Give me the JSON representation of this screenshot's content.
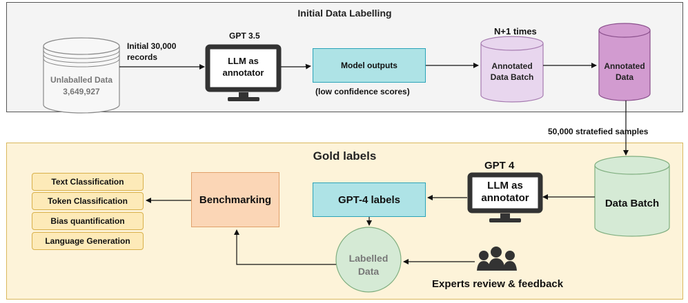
{
  "top_panel": {
    "title": "Initial Data Labelling"
  },
  "bottom_panel": {
    "title": "Gold labels"
  },
  "unlabelled": {
    "line1": "Unlaballed Data",
    "line2": "3,649,927"
  },
  "records_label": {
    "line1": "Initial 30,000",
    "line2": "records"
  },
  "gpt35": {
    "model": "GPT 3.5",
    "line1": "LLM as",
    "line2": "annotator"
  },
  "model_outputs": {
    "label": "Model outputs",
    "note": "(low confidence scores)"
  },
  "annotated_batch": {
    "header": "N+1 times",
    "line1": "Annotated",
    "line2": "Data Batch"
  },
  "annotated_data": {
    "line1": "Annotated",
    "line2": "Data"
  },
  "samples_label": "50,000 stratefied samples",
  "data_batch": {
    "label": "Data Batch"
  },
  "gpt4": {
    "model": "GPT 4",
    "line1": "LLM as",
    "line2": "annotator"
  },
  "gpt4_labels": "GPT-4 labels",
  "benchmarking": "Benchmarking",
  "tasks": [
    "Text Classification",
    "Token Classification",
    "Bias quantification",
    "Language Generation"
  ],
  "labelled_data": {
    "line1": "Labelled",
    "line2": "Data"
  },
  "experts": "Experts review & feedback",
  "colors": {
    "top_bg": "#f4f4f4",
    "bottom_bg": "#fdf3d9",
    "cyan_box": "#aee3e6",
    "orange_box": "#fbd6b6",
    "task_box": "#fdeab8",
    "purple_light": "#e8d6ee",
    "purple_dark": "#d29bd0",
    "green": "#d5ead5"
  },
  "icons": [
    "database-icon",
    "monitor-icon",
    "people-icon"
  ]
}
